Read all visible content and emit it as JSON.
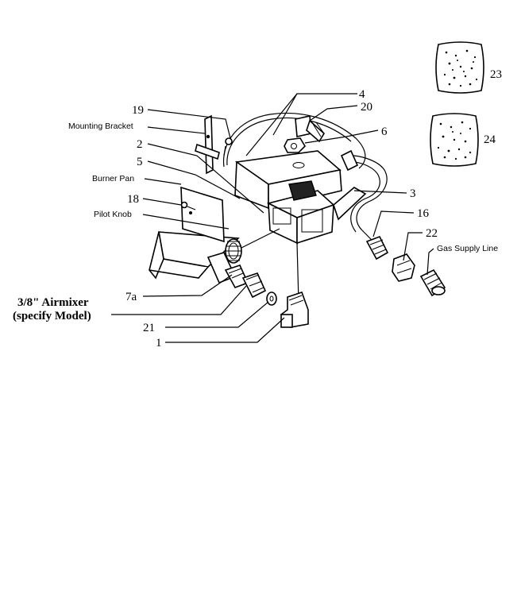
{
  "labels": {
    "p23": "23",
    "p24": "24",
    "p19": "19",
    "p4": "4",
    "p20": "20",
    "mounting_bracket": "Mounting Bracket",
    "p6": "6",
    "p2": "2",
    "p5": "5",
    "burner_pan": "Burner Pan",
    "p3": "3",
    "p18": "18",
    "p16": "16",
    "pilot_knob": "Pilot Knob",
    "p22": "22",
    "gas_supply_line": "Gas Supply Line",
    "airmixer_line1": "3/8\" Airmixer",
    "airmixer_line2": "(specify Model)",
    "p7a": "7a",
    "p21": "21",
    "p1": "1"
  }
}
